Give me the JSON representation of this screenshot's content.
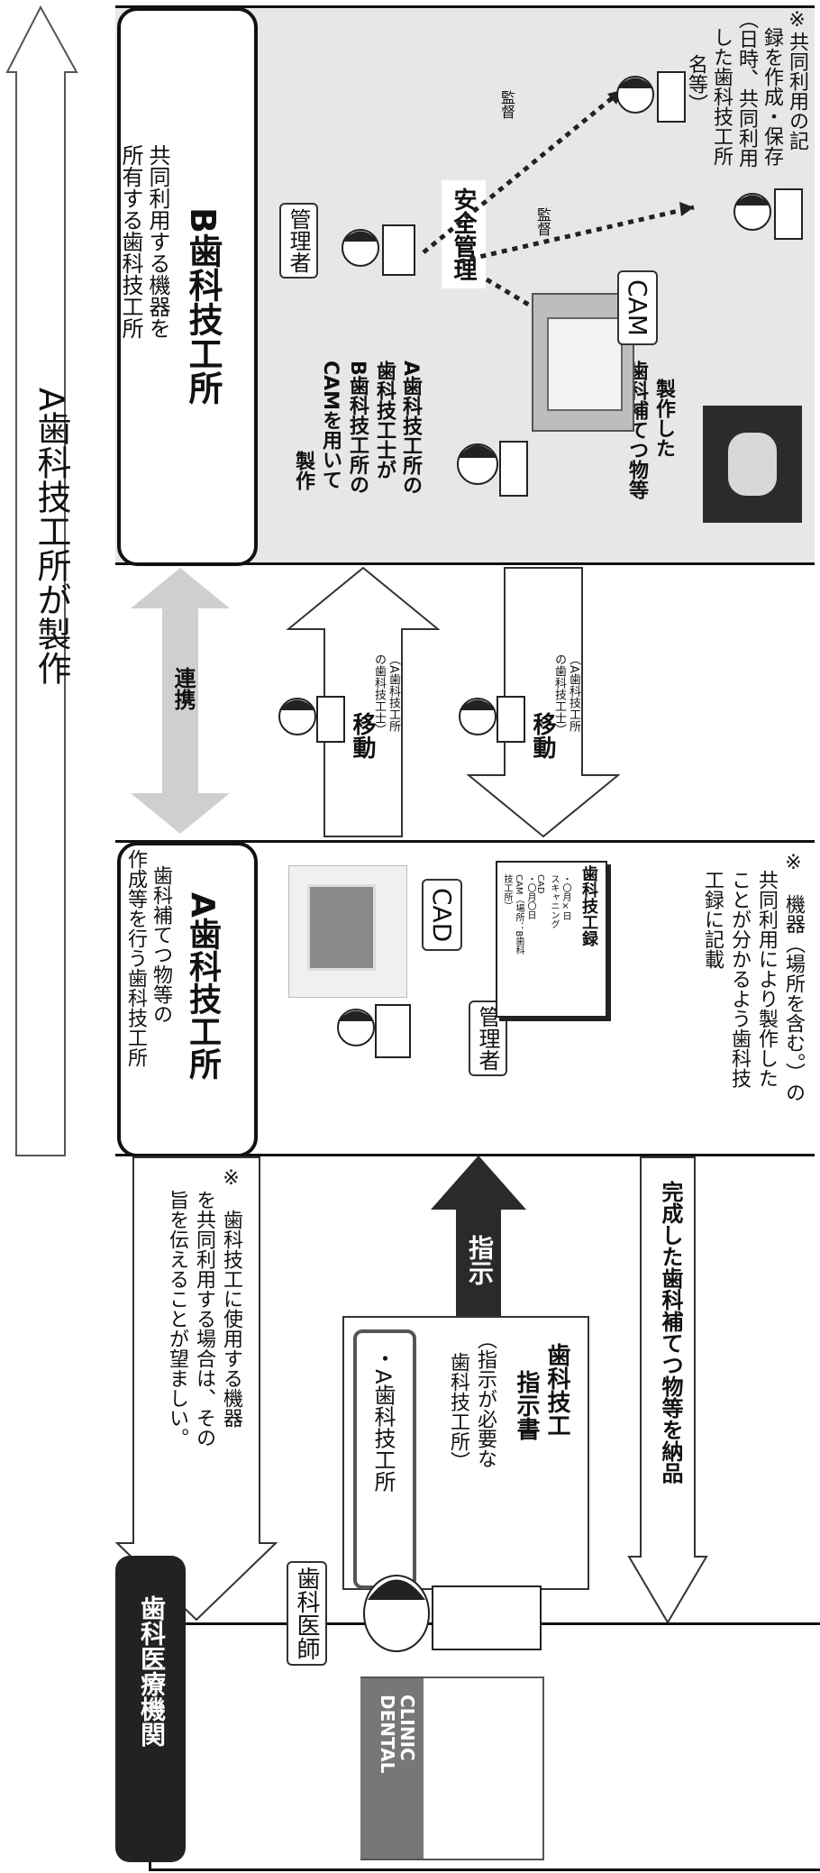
{
  "colors": {
    "panel_gray": "#e7e7e7",
    "dark": "#111111",
    "arrow_gray": "#cfcfcf",
    "mid_gray": "#9a9a9a"
  },
  "overall_arrow": {
    "label": "A歯科技工所が製作"
  },
  "lab_b": {
    "title": "B歯科技工所",
    "subtitle_1": "共同利用する機器を",
    "subtitle_2": "所有する歯科技工所",
    "note_1": "※共同利用の記",
    "note_2": "録を作成・保存",
    "note_3": "（日時、共同利用",
    "note_4": "した歯科技工所",
    "note_5": "名等）",
    "manager_label": "管理者",
    "safety_label": "安全管理",
    "supervise_1": "監督",
    "supervise_2": "監督",
    "cam_label": "CAM",
    "worker_1": "A歯科技工所の",
    "worker_2": "歯科技工士が",
    "worker_3": "B歯科技工所の",
    "worker_4": "CAMを用いて",
    "worker_5": "製作",
    "product_1": "製作した",
    "product_2": "歯科補てつ物等"
  },
  "middle": {
    "link_label": "連携",
    "move_up_small_1": "（A歯科技工所",
    "move_up_small_2": "の歯科技工士）",
    "move_up_label": "移動",
    "move_down_small_1": "（A歯科技工所",
    "move_down_small_2": "の歯科技工士）",
    "move_down_label": "移動"
  },
  "lab_a": {
    "title": "A歯科技工所",
    "subtitle_1": "歯科補てつ物等の",
    "subtitle_2": "作成等を行う歯科技工所",
    "cad_label": "CAD",
    "manager_label": "管理者",
    "record_title": "歯科技工録",
    "record_1": "・〇月×日",
    "record_2": "スキャニング",
    "record_3": "CAD",
    "record_4": "・〇月〇日",
    "record_5": "CAM（場所：B歯科",
    "record_6": "技工所）",
    "note_1": "※　機器（場所を含む。）の",
    "note_2": "共同利用により製作した",
    "note_3": "ことが分かるよう歯科技",
    "note_4": "工録に記載"
  },
  "bottom": {
    "left_note_1": "※　歯科技工に使用する機器",
    "left_note_2": "を共同利用する場合は、その",
    "left_note_3": "旨を伝えることが望ましい。",
    "order_title_1": "歯科技工",
    "order_title_2": "指示書",
    "order_paren_1": "（指示が必要な",
    "order_paren_2": "歯科技工所）",
    "order_item": "・A歯科技工所",
    "instruct_label": "指示",
    "deliver_label": "完成した歯科補てつ物等を納品"
  },
  "clinic": {
    "title": "歯科医療機関",
    "dentist_label": "歯科医師",
    "sign_1": "DENTAL",
    "sign_2": "CLINIC"
  }
}
